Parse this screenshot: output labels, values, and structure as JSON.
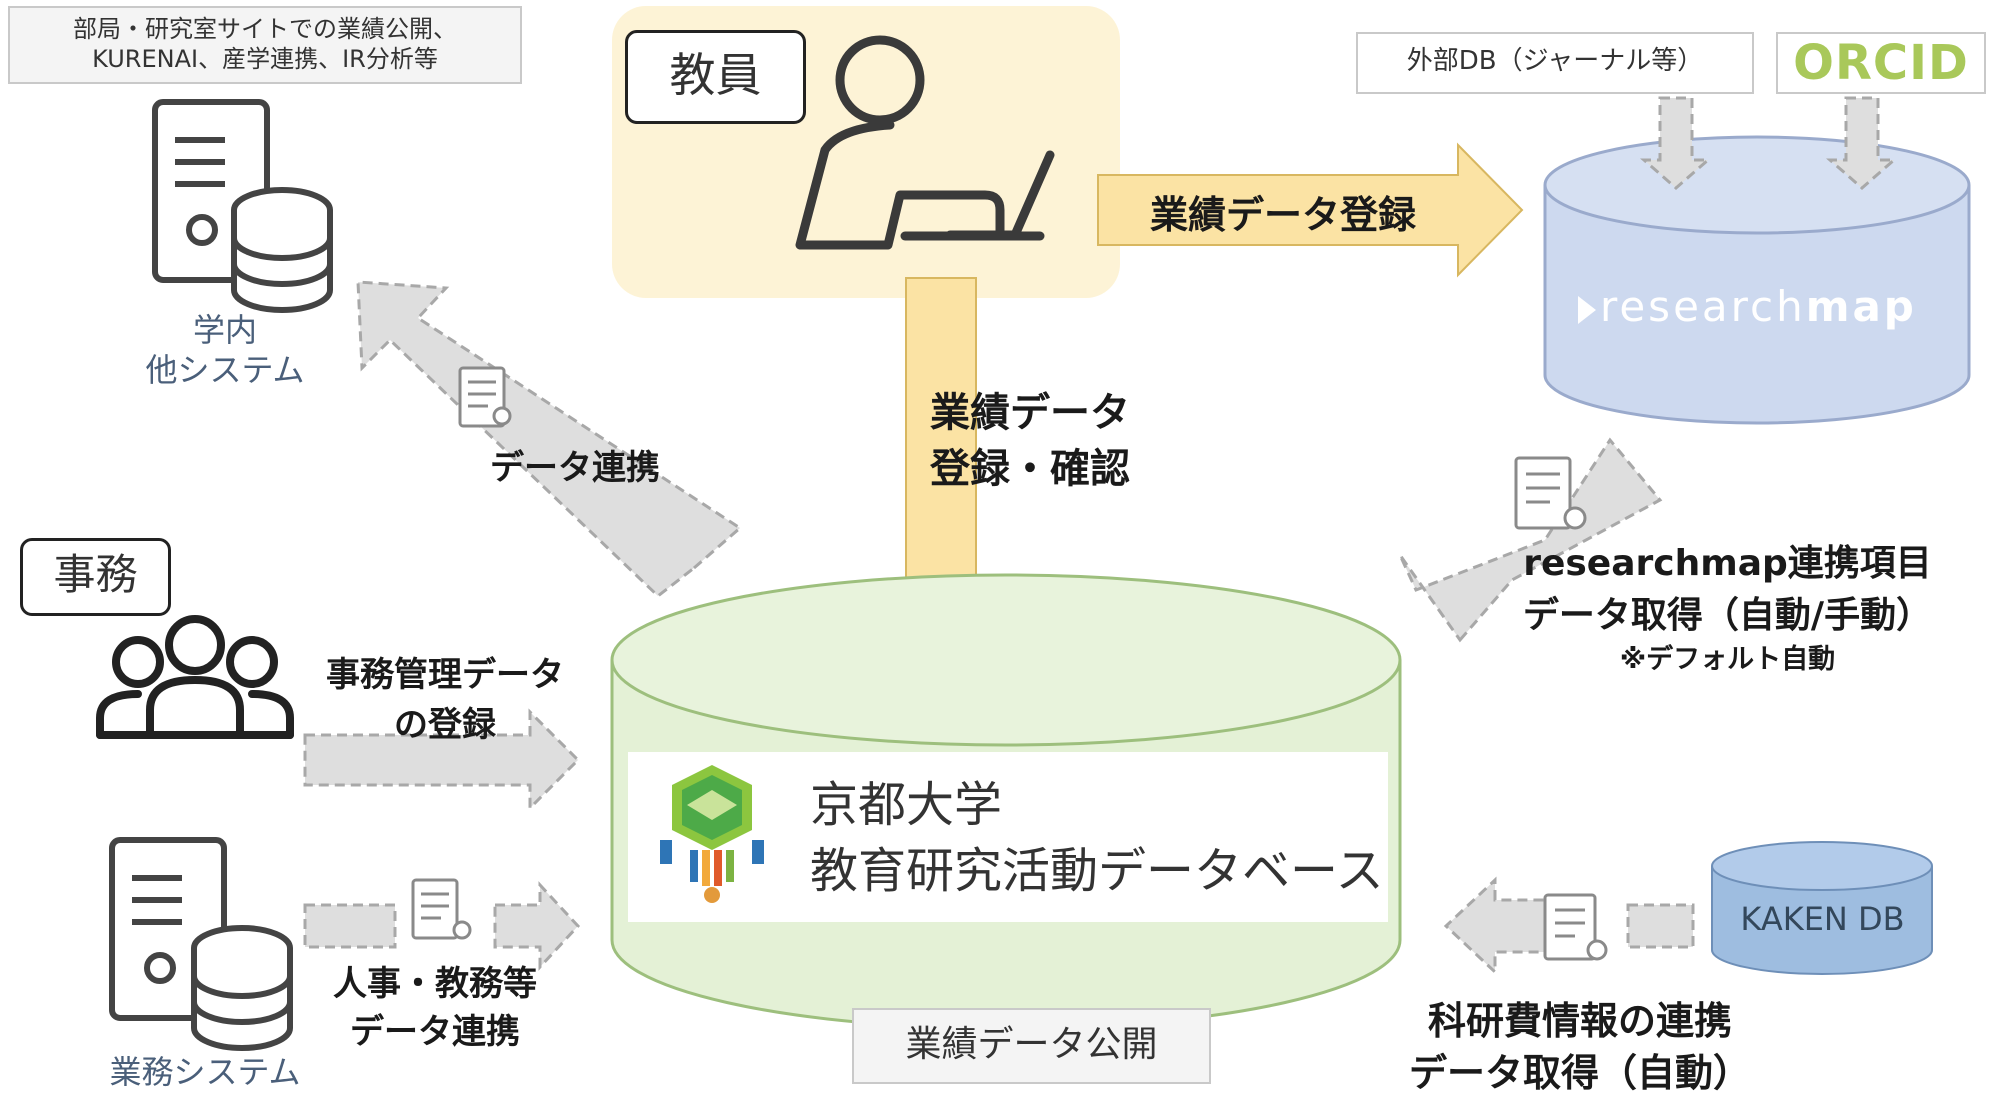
{
  "top_left_box": {
    "line1": "部局・研究室サイトでの業績公開、",
    "line2": "KURENAI、産学連携、IR分析等"
  },
  "faculty_label": "教員",
  "office_label": "事務",
  "internal_system": {
    "line1": "学内",
    "line2": "他システム"
  },
  "business_system": "業務システム",
  "external_db": "外部DB（ジャーナル等）",
  "orcid_logo": "ORCID",
  "researchmap_logo": {
    "part1": "research",
    "part2": "map"
  },
  "arrows": {
    "register": "業績データ登録",
    "register_confirm": {
      "line1": "業績データ",
      "line2": "登録・確認"
    },
    "data_link": "データ連携",
    "office_register": {
      "line1": "事務管理データ",
      "line2": "の登録"
    },
    "hr_link": {
      "line1": "人事・教務等",
      "line2": "データ連携"
    },
    "researchmap_link": {
      "line1": "researchmap連携項目",
      "line2": "データ取得（自動/手動）",
      "note": "※デフォルト自動"
    },
    "kaken_link": {
      "line1": "科研費情報の連携",
      "line2": "データ取得（自動）"
    }
  },
  "main_db": {
    "line1": "京都大学",
    "line2": "教育研究活動データベース"
  },
  "kaken_db": "KAKEN DB",
  "publish_label": "業績データ公開",
  "colors": {
    "faculty_bg": "#fdf3d6",
    "main_db_fill": "#e4f1d6",
    "main_db_stroke": "#9dbf7d",
    "researchmap_fill": "#cdd9ef",
    "kaken_fill": "#9ebde0",
    "yellow_arrow": "#fbe3a4",
    "gray_arrow": "#dcdcdc"
  }
}
